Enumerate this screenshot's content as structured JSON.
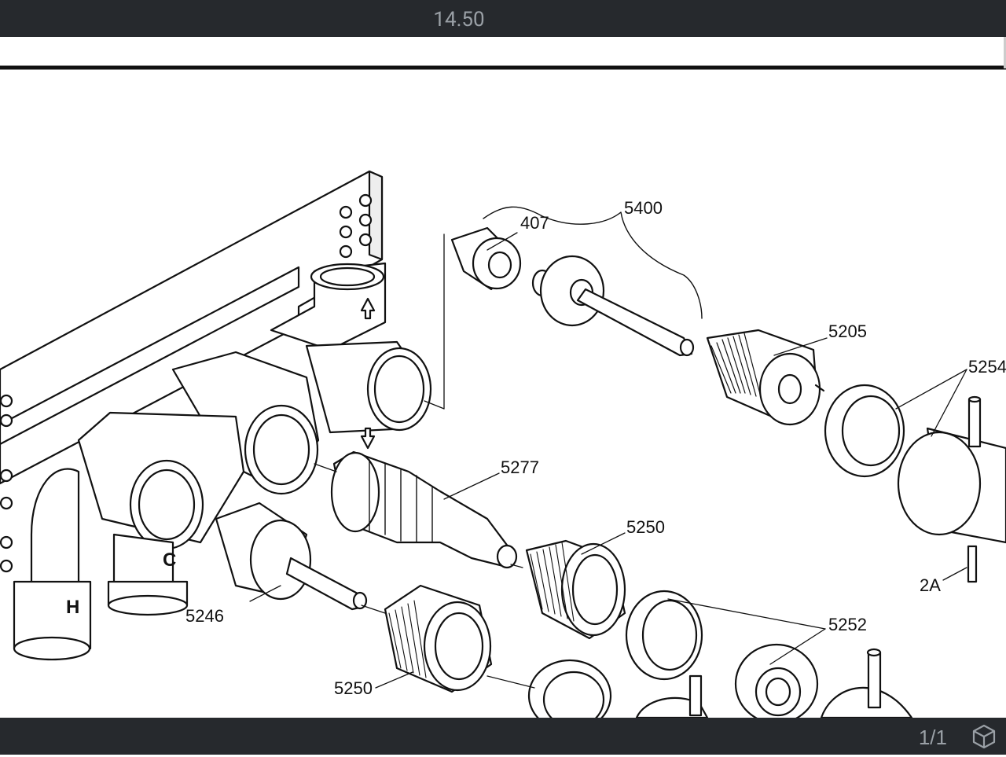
{
  "toolbar": {
    "document_title": "14.50"
  },
  "footer": {
    "page_indicator": "1/1",
    "view_mode_icon": "cube-icon"
  },
  "diagram": {
    "part_labels": {
      "p5400": "5400",
      "p407": "407",
      "p5205": "5205",
      "p5254": "5254",
      "p5277": "5277",
      "p5250a": "5250",
      "p5246": "5246",
      "p5250b": "5250",
      "p5252": "5252",
      "p2A": "2A"
    },
    "body_marks": {
      "hot": "H",
      "cold": "C"
    }
  },
  "colors": {
    "toolbar_bg": "#26292d",
    "toolbar_text": "#9aa0a6",
    "page_bg": "#ffffff",
    "ink": "#111111"
  }
}
